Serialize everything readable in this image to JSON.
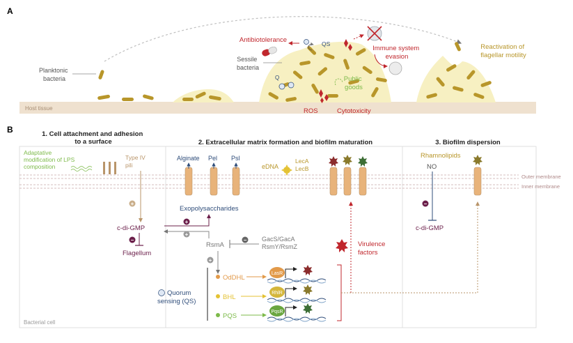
{
  "panelA": {
    "label": "A",
    "planktonic": [
      "Planktonic",
      "bacteria"
    ],
    "antibiotolerance": "Antibiotolerance",
    "qs": "QS",
    "q": "Q",
    "sessile": [
      "Sessile",
      "bacteria"
    ],
    "immune": [
      "Immune system",
      "evasion"
    ],
    "public_goods": [
      "Public",
      "goods"
    ],
    "reactivation": [
      "Reactivation of",
      "flagellar motility"
    ],
    "host_tissue": "Host tissue",
    "ros": "ROS",
    "cytotoxicity": "Cytotoxicity"
  },
  "panelB": {
    "label": "B",
    "stage1": [
      "1. Cell attachment and adhesion",
      "to a surface"
    ],
    "stage2": "2. Extracellular matrix formation and biofilm maturation",
    "stage3": "3. Biofilm dispersion",
    "lps": [
      "Adaptative",
      "modification of LPS",
      "composition"
    ],
    "type4": [
      "Type IV",
      "pili"
    ],
    "alginate": "Alginate",
    "pel": "Pel",
    "psl": "Psl",
    "edna": "eDNA",
    "leca": "LecA",
    "lecb": "LecB",
    "rhamnolipids": "Rhamnolipids",
    "no": "NO",
    "outer_membrane": "Outer membrane",
    "inner_membrane": "Inner membrane",
    "exopolysaccharides": "Exopolysaccharides",
    "cdigmp": "c-di-GMP",
    "cdigmp3": "c-di-GMP",
    "flagellum": "Flagellum",
    "rsma": "RsmA",
    "gac": [
      "GacS/GacA",
      "RsmY/RsmZ"
    ],
    "odhl": "OdDHL",
    "bhl": "BHL",
    "pqs": "PQS",
    "lasr": "LasR",
    "rhlr": "RhlR",
    "pqsr": "PqsR",
    "qs_label": [
      "Quorum",
      "sensing (QS)"
    ],
    "virulence": [
      "Virulence",
      "factors"
    ],
    "bacterial_cell": "Bacterial cell",
    "plus": "+",
    "minus": "−"
  },
  "colors": {
    "biofilm": "#f7f0c2",
    "rod": "#b8962a",
    "host": "#efe1cf",
    "red": "#c0272d",
    "green": "#7dba4a",
    "purple": "#6b1f4a",
    "navy": "#2f4d7a",
    "tan": "#b9956a",
    "membrane": "#c9a8a8",
    "protein": "#e8b37a",
    "gray": "#777777"
  }
}
